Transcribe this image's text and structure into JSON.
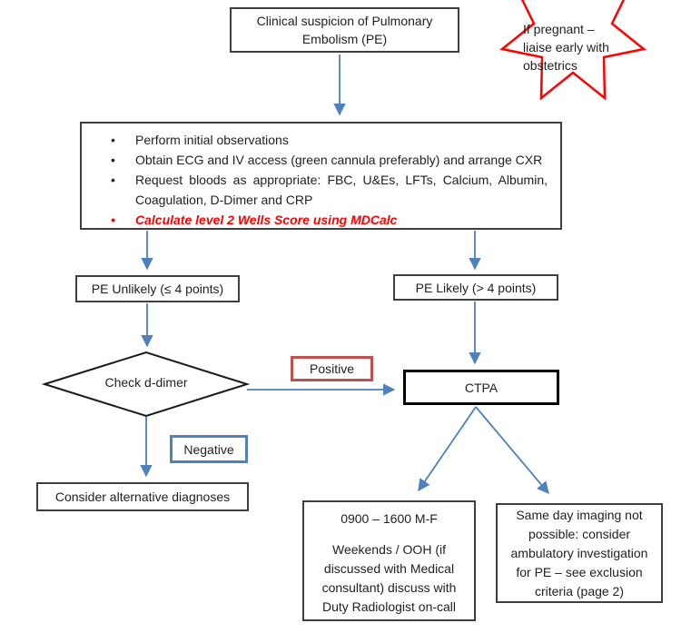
{
  "colors": {
    "arrow": "#4f81bd",
    "box_border": "#3f3f3f",
    "ctpa_border": "#000000",
    "positive_border": "#c0504d",
    "negative_border": "#4f81bd",
    "star_border": "#ff0000",
    "alert_text": "#ff0000",
    "text": "#1f1f1f"
  },
  "nodes": {
    "start": {
      "text": "Clinical suspicion of Pulmonary Embolism (PE)"
    },
    "pregnant_star": {
      "lines": {
        "0": "If pregnant –",
        "1": "liaise early with",
        "2": "obstetrics"
      }
    },
    "workup": {
      "bullets": {
        "0": {
          "text": "Perform initial observations"
        },
        "1": {
          "text": "Obtain ECG and IV access (green cannula preferably) and arrange CXR"
        },
        "2": {
          "text": "Request bloods as appropriate: FBC, U&Es, LFTs, Calcium, Albumin, Coagulation, D-Dimer and CRP"
        },
        "3": {
          "text": "Calculate level 2 Wells Score using MDCalc"
        }
      }
    },
    "pe_unlikely": {
      "text": "PE Unlikely (≤ 4 points)"
    },
    "pe_likely": {
      "text": "PE Likely (> 4 points)"
    },
    "check_ddimer": {
      "text": "Check d-dimer"
    },
    "positive": {
      "text": "Positive"
    },
    "negative": {
      "text": "Negative"
    },
    "ctpa": {
      "text": "CTPA"
    },
    "alternative": {
      "text": "Consider alternative diagnoses"
    },
    "radiology": {
      "line1": "0900 – 1600 M-F",
      "line2": "Weekends / OOH (if discussed with Medical consultant) discuss with Duty Radiologist on-call"
    },
    "ambulatory": {
      "text": "Same day imaging not possible:  consider ambulatory investigation for PE – see exclusion criteria (page 2)"
    }
  }
}
